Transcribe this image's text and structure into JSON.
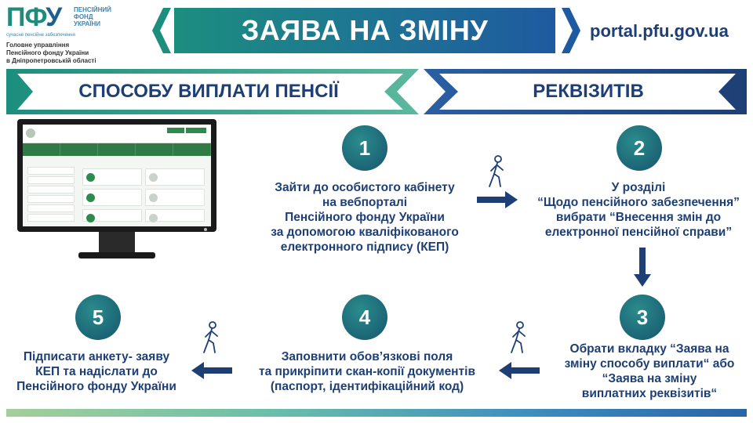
{
  "logo": {
    "mark_part1": "ПФ",
    "mark_part2": "У",
    "fund_name": "ПЕНСІЙНИЙ ФОНД УКРАЇНИ",
    "slogan": "сучасне пенсійне забезпечення",
    "org_line1": "Головне управління",
    "org_line2": "Пенсійного фонду України",
    "org_line3": "в Дніпропетровській області"
  },
  "header": {
    "title": "ЗАЯВА НА ЗМІНУ",
    "portal": "portal.pfu.gov.ua"
  },
  "ribbons": {
    "left": "СПОСОБУ ВИПЛАТИ ПЕНСІЇ",
    "right": "РЕКВІЗИТІВ"
  },
  "steps": [
    {
      "number": "1",
      "lines": [
        "Зайти до особистого кабінету",
        "на вебпорталі",
        "Пенсійного фонду України",
        "за допомогою кваліфікованого",
        "електронного підпису (КЕП)"
      ]
    },
    {
      "number": "2",
      "lines": [
        "У розділі",
        "“Щодо пенсійного забезпечення”",
        "вибрати “Внесення змін до",
        "електронної пенсійної справи”"
      ]
    },
    {
      "number": "3",
      "lines": [
        "Обрати вкладку “Заява на",
        "зміну способу виплати“ або",
        "“Заява на зміну",
        "виплатних реквізитів“"
      ]
    },
    {
      "number": "4",
      "lines": [
        "Заповнити обов’язкові поля",
        "та прикріпити скан-копії документів",
        "(паспорт, ідентифікаційний код)"
      ]
    },
    {
      "number": "5",
      "lines": [
        "Підписати анкету- заяву",
        "КЕП та надіслати до",
        "Пенсійного фонду України"
      ]
    }
  ],
  "colors": {
    "navy": "#1d3f75",
    "teal": "#1c8e7e",
    "blue": "#1e5aa0",
    "green_screen": "#2f7a45"
  },
  "icons": [
    "walking-person-icon",
    "arrow-right-icon",
    "arrow-down-icon",
    "arrow-left-icon",
    "monitor-icon"
  ]
}
